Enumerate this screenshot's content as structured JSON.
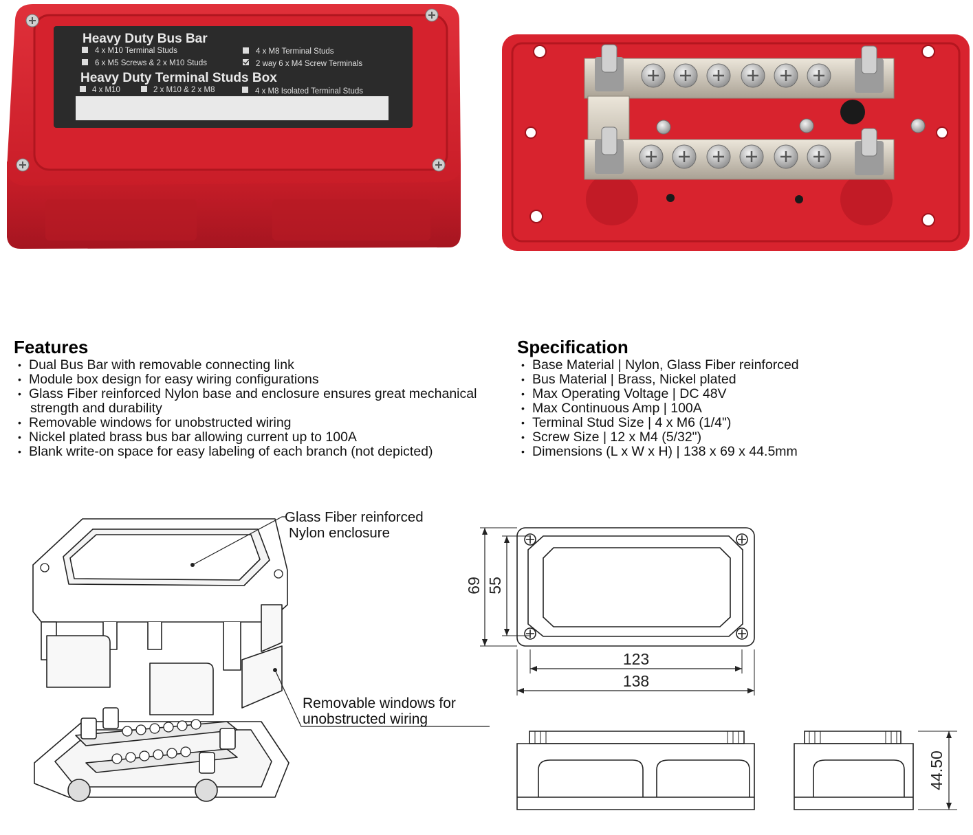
{
  "product_photo_closed": {
    "label": {
      "title_1": "Heavy Duty Bus Bar",
      "opt_1": "4 x M10 Terminal Studs",
      "opt_2": "4 x M8 Terminal Studs",
      "opt_3": "6 x M5 Screws & 2 x M10 Studs",
      "opt_4": "2 way 6 x M4 Screw Terminals",
      "title_2": "Heavy Duty Terminal Studs Box",
      "opt_5": "4 x M10",
      "opt_6": "2 x M10 & 2 x M8",
      "opt_7": "4 x M8 Isolated Terminal Studs"
    }
  },
  "features": {
    "heading": "Features",
    "items": [
      "Dual Bus Bar with removable connecting link",
      "Module box design for easy wiring configurations",
      "Glass Fiber reinforced Nylon base and enclosure ensures great mechanical",
      "strength and durability",
      "Removable windows for unobstructed wiring",
      "Nickel plated brass bus bar allowing current up to 100A",
      "Blank write-on space for easy labeling of each branch (not depicted)"
    ]
  },
  "specification": {
    "heading": "Specification",
    "items": [
      "Base Material | Nylon, Glass Fiber reinforced",
      "Bus Material | Brass, Nickel plated",
      "Max Operating Voltage | DC 48V",
      "Max Continuous Amp | 100A",
      "Terminal Stud Size | 4 x M6 (1/4\")",
      "Screw Size | 12 x M4 (5/32\")",
      "Dimensions (L x W x H) | 138 x 69 x 44.5mm"
    ]
  },
  "exploded_view": {
    "callout_1_line1": "Glass Fiber reinforced",
    "callout_1_line2": "Nylon enclosure",
    "callout_2_line1": "Removable windows for",
    "callout_2_line2": "unobstructed wiring"
  },
  "dimensions": {
    "outer_height": "69",
    "inner_height": "55",
    "inner_width": "123",
    "outer_width": "138",
    "total_height": "44.50"
  },
  "colors": {
    "enclosure_red": "#d8232e",
    "label_black": "#2b2b2b",
    "metal": "#c9c3b8"
  }
}
